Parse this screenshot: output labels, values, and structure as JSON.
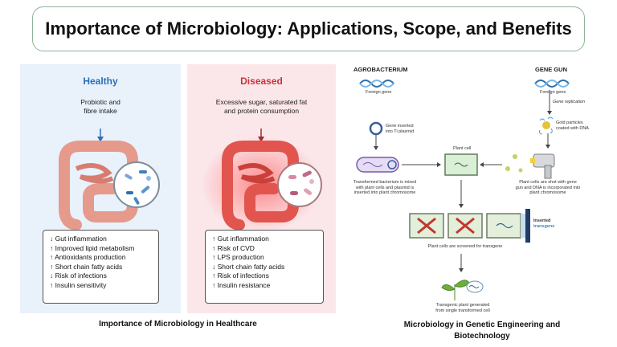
{
  "title": "Importance of Microbiology: Applications, Scope, and Benefits",
  "healthcare": {
    "caption": "Importance of Microbiology  in Healthcare",
    "healthy": {
      "heading": "Healthy",
      "intake_line1": "Probiotic and",
      "intake_line2": "fibre intake",
      "effects": [
        "↓ Gut inflammation",
        "↑ Improved lipid metabolism",
        "↑ Antioxidants production",
        "↑ Short chain fatty acids",
        "↓ Risk of infections",
        "↑ Insulin sensitivity"
      ]
    },
    "diseased": {
      "heading": "Diseased",
      "intake_line1": "Excessive sugar, saturated fat",
      "intake_line2": "and protein consumption",
      "effects": [
        "↑ Gut inflammation",
        "↑ Risk of CVD",
        "↑ LPS production",
        "↓ Short chain fatty acids",
        "↑ Risk of infections",
        "↑ Insulin resistance"
      ]
    }
  },
  "genetic": {
    "caption_line1": "Microbiology  in Genetic Engineering and",
    "caption_line2": "Biotechnology",
    "agrobacterium": "AGROBACTERIUM",
    "gene_gun": "GENE GUN",
    "foreign_gene": "Foreign gene",
    "gene_inserted_1": "Gene inserted",
    "gene_inserted_2": "into Ti plasmid",
    "gene_replication": "Gene replication",
    "gold_1": "Gold particles",
    "gold_2": "coated with DNA",
    "plant_cell": "Plant cell",
    "transformed_1": "Transformed bacterium is mixed",
    "transformed_2": "with plant cells and plasmid is",
    "transformed_3": "inserted into plant chromosome",
    "shot_1": "Plant cells are shot with gene",
    "shot_2": "gun and DNA is incorporated into",
    "shot_3": "plant chromosome",
    "inserted": "Inserted",
    "transgene": "transgene",
    "screened": "Plant cells are screened for transgene",
    "transgenic_1": "Transgenic plant generated",
    "transgenic_2": "from single transformed cell"
  }
}
